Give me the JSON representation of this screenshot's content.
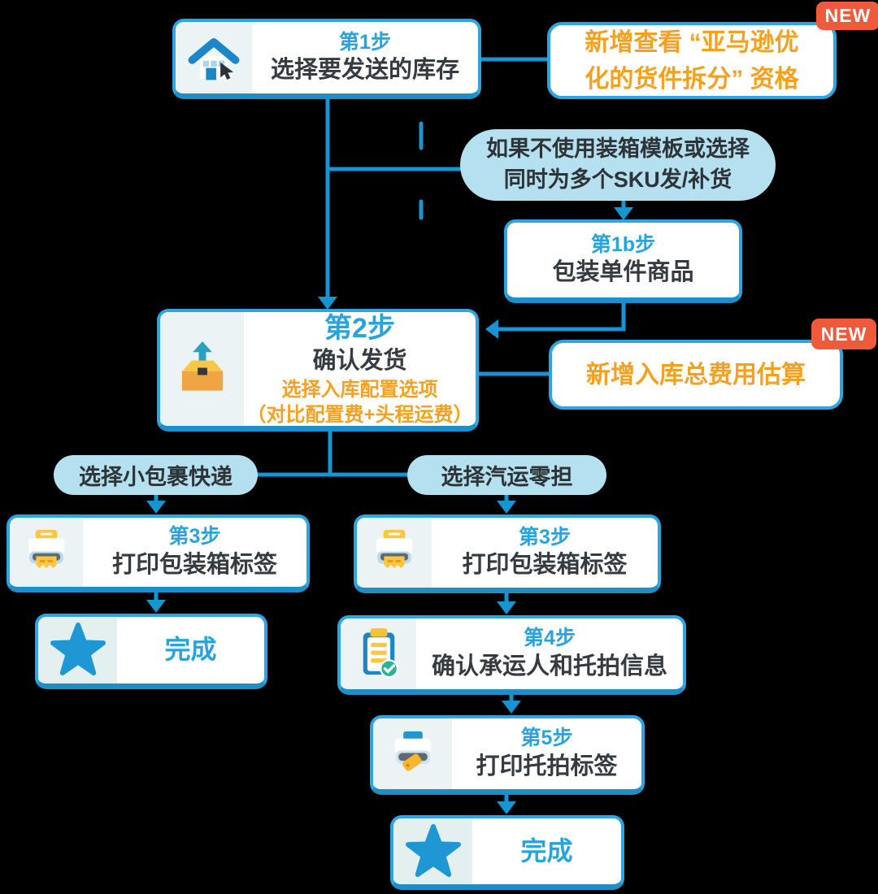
{
  "colors": {
    "background": "#000000",
    "box_border": "#2ba6e2",
    "box_border_bottom": "#1c8ec8",
    "accent_blue": "#2aa3dc",
    "connector_blue": "#1795d2",
    "dark_text": "#363b41",
    "orange_text": "#f5a11f",
    "new_badge_red": "#f05a3c",
    "bubble_fill": "#b5e0ef",
    "icon_panel": "#ecf3f5",
    "star_panel": "#e4efef",
    "star_blue": "#1f97d4"
  },
  "badge": {
    "label": "NEW"
  },
  "icons": {
    "step1": "house-with-cursor-icon",
    "step2": "shipping-box-up-arrow-icon",
    "step3_left": "printer-icon",
    "step3_right": "printer-icon",
    "step4": "clipboard-check-icon",
    "step5": "printer-tag-icon",
    "done": "star-icon"
  },
  "nodes": {
    "step1": {
      "step": "第1步",
      "title": "选择要发送的库存"
    },
    "note1": {
      "line1": "新增查看 “亚马逊优",
      "line2": "化的货件拆分” 资格"
    },
    "condition": {
      "line1": "如果不使用装箱模板或选择",
      "line2": "同时为多个SKU发/补货"
    },
    "step1b": {
      "step": "第1b步",
      "title": "包装单件商品"
    },
    "step2": {
      "step": "第2步",
      "title": "确认发货",
      "sub1": "选择入库配置选项",
      "sub2": "（对比配置费+头程运费）"
    },
    "note2": {
      "text": "新增入库总费用估算"
    },
    "branch_left": {
      "label": "选择小包裹快递"
    },
    "branch_right": {
      "label": "选择汽运零担"
    },
    "step3_left": {
      "step": "第3步",
      "title": "打印包装箱标签"
    },
    "done_left": {
      "label": "完成"
    },
    "step3_right": {
      "step": "第3步",
      "title": "打印包装箱标签"
    },
    "step4": {
      "step": "第4步",
      "title": "确认承运人和托拍信息"
    },
    "step5": {
      "step": "第5步",
      "title": "打印托拍标签"
    },
    "done_right": {
      "label": "完成"
    }
  }
}
